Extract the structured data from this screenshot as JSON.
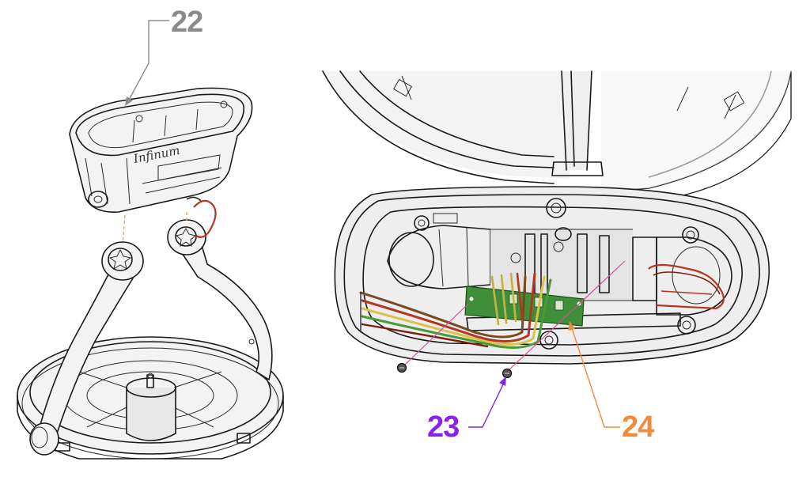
{
  "figure": {
    "callouts": [
      {
        "label": "22",
        "color": "#8a8a8a",
        "leader_color": "#8a8a8a"
      },
      {
        "label": "23",
        "color": "#8a22ee",
        "leader_color": "#8a22ee"
      },
      {
        "label": "24",
        "color": "#f08a3c",
        "leader_color": "#f08a3c"
      }
    ],
    "housing_logo_text": "Infinum",
    "colors": {
      "line_art": "#1a1a1a",
      "part_fill": "#f3f3f3",
      "pcb_green": "#3f8f3a",
      "wire_red": "#b3361f",
      "wire_yellow": "#d9c34a",
      "wire_green": "#4a9a3a",
      "assembly_guide": "#f2a06a",
      "screw_guide": "#d94a9a"
    },
    "icons": {
      "left_view": "exploded-head-assembly-icon",
      "right_view": "head-housing-interior-icon"
    }
  }
}
